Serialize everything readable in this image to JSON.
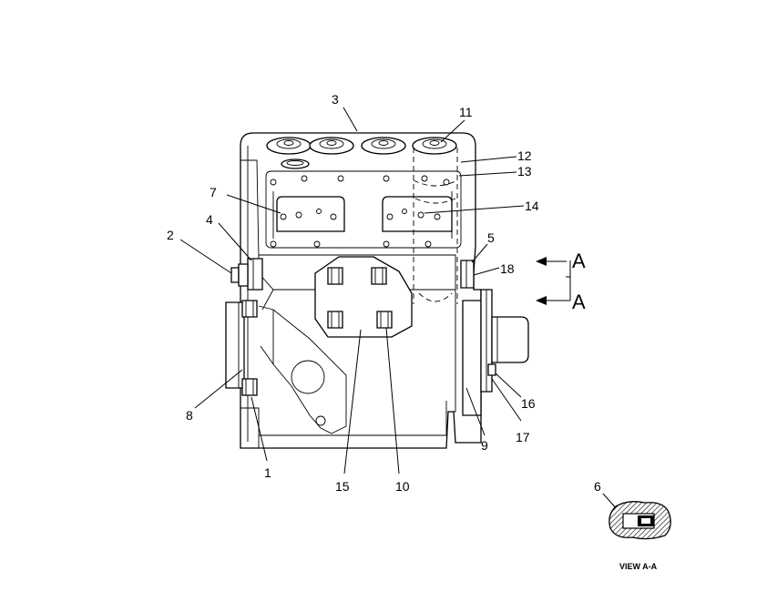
{
  "callouts": {
    "c1": "1",
    "c2": "2",
    "c3": "3",
    "c4": "4",
    "c5": "5",
    "c6": "6",
    "c7": "7",
    "c8": "8",
    "c9": "9",
    "c10": "10",
    "c11": "11",
    "c12": "12",
    "c13": "13",
    "c14": "14",
    "c15": "15",
    "c16": "16",
    "c17": "17",
    "c18": "18"
  },
  "section_marks": {
    "upper": "A",
    "lower": "A"
  },
  "detail": {
    "caption": "VIEW A-A"
  }
}
